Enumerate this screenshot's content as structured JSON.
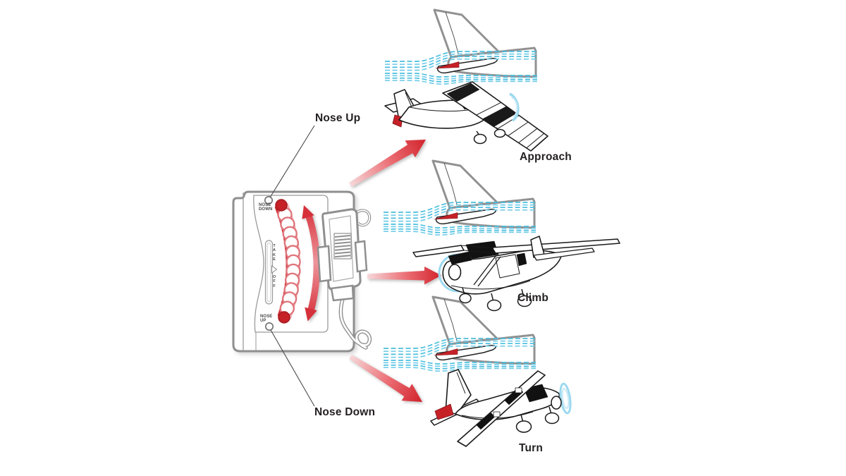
{
  "figure": {
    "type": "diagram",
    "subject": "Elevator trim wheel console linked to aircraft pitch attitudes",
    "control_panel": {
      "nose_up_label": "Nose Up",
      "nose_down_label": "Nose Down",
      "placard_nose_down_line1": "NOSE",
      "placard_nose_down_line2": "DOWN",
      "placard_takeoff_word1": "TAKE",
      "placard_takeoff_word2": "OFF",
      "placard_nose_up_line1": "NOSE",
      "placard_nose_up_line2": "UP"
    },
    "scenarios": [
      {
        "label": "Approach"
      },
      {
        "label": "Climb"
      },
      {
        "label": "Turn"
      }
    ],
    "colors": {
      "trim_wheel_red": "#c62127",
      "arrow_red": "#d6353e",
      "airflow_cyan": "#49bede",
      "propeller_blue": "#9bd9ef",
      "console_outline_gray": "#8f8f8f",
      "text_ink": "#231f20"
    }
  }
}
